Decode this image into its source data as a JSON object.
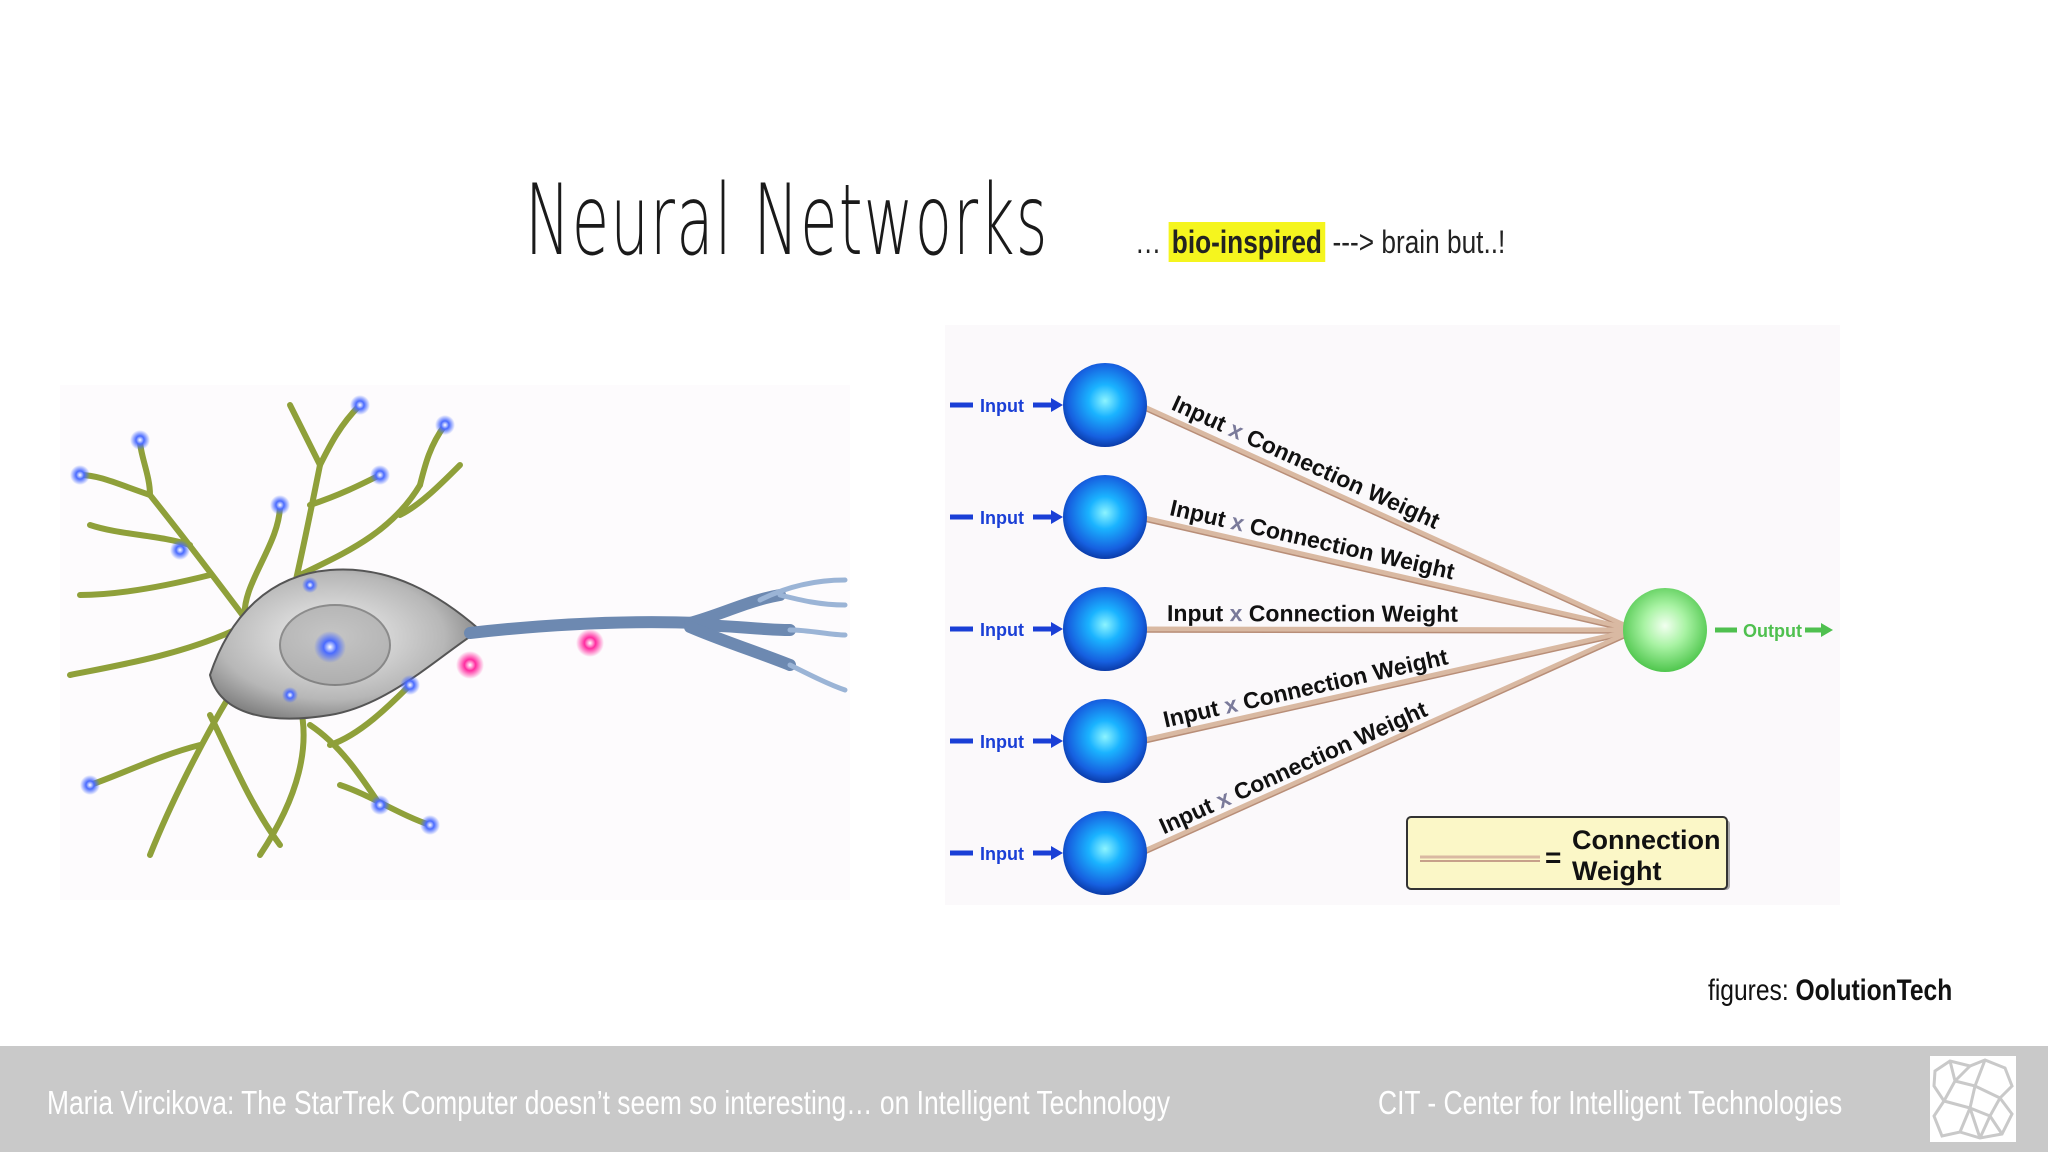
{
  "slide": {
    "title": "Neural Networks",
    "subtitle_prefix": "…",
    "subtitle_highlight": "bio-inspired",
    "subtitle_suffix": "---> brain but..!",
    "credit_prefix": "figures:",
    "credit_name": "OolutionTech",
    "footer_left": "Maria Vircikova: The StarTrek Computer doesn’t seem so interesting… on Intelligent Technology",
    "footer_right": "CIT - Center for Intelligent Technologies"
  },
  "chart_data": {
    "type": "diagram",
    "inputs": [
      {
        "label": "Input",
        "edge_label_a": "Input",
        "edge_op": "x",
        "edge_label_b": "Connection Weight"
      },
      {
        "label": "Input",
        "edge_label_a": "Input",
        "edge_op": "x",
        "edge_label_b": "Connection Weight"
      },
      {
        "label": "Input",
        "edge_label_a": "Input",
        "edge_op": "x",
        "edge_label_b": "Connection Weight"
      },
      {
        "label": "Input",
        "edge_label_a": "Input",
        "edge_op": "x",
        "edge_label_b": "Connection Weight"
      },
      {
        "label": "Input",
        "edge_label_a": "Input",
        "edge_op": "x",
        "edge_label_b": "Connection Weight"
      }
    ],
    "output_label": "Output",
    "legend": {
      "equals": "=",
      "line1": "Connection",
      "line2": "Weight"
    },
    "colors": {
      "input_node": "#1a6cf0",
      "output_node": "#7ee07a",
      "input_text": "#1a3fd6",
      "output_text": "#4fc04f",
      "edge": "#d9b9a2",
      "legend_bg": "#fbf7c7"
    }
  }
}
